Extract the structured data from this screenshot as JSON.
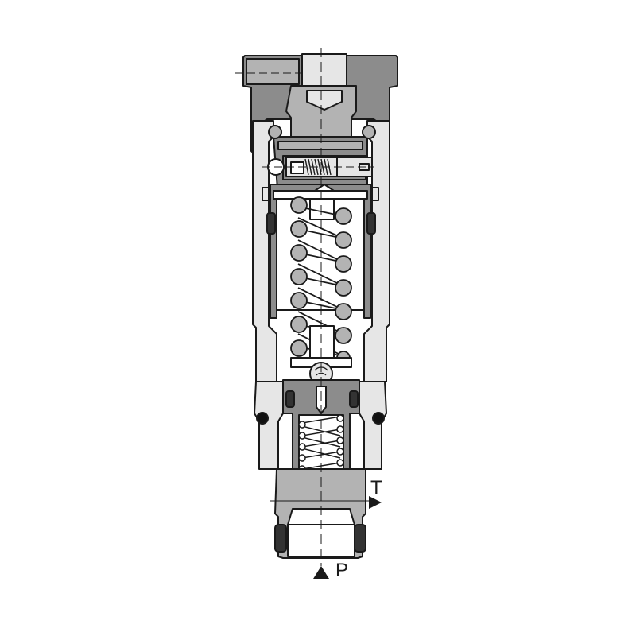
{
  "diagram": {
    "type": "hydraulic cartridge valve cross-section",
    "colors": {
      "dark_gray": "#8c8c8c",
      "mid_gray": "#b3b3b3",
      "light_gray": "#e6e6e6",
      "outline": "#1a1a1a",
      "background": "#ffffff"
    },
    "ports": [
      {
        "id": "T",
        "label": "T",
        "direction": "right"
      },
      {
        "id": "P",
        "label": "P",
        "direction": "up"
      }
    ]
  }
}
